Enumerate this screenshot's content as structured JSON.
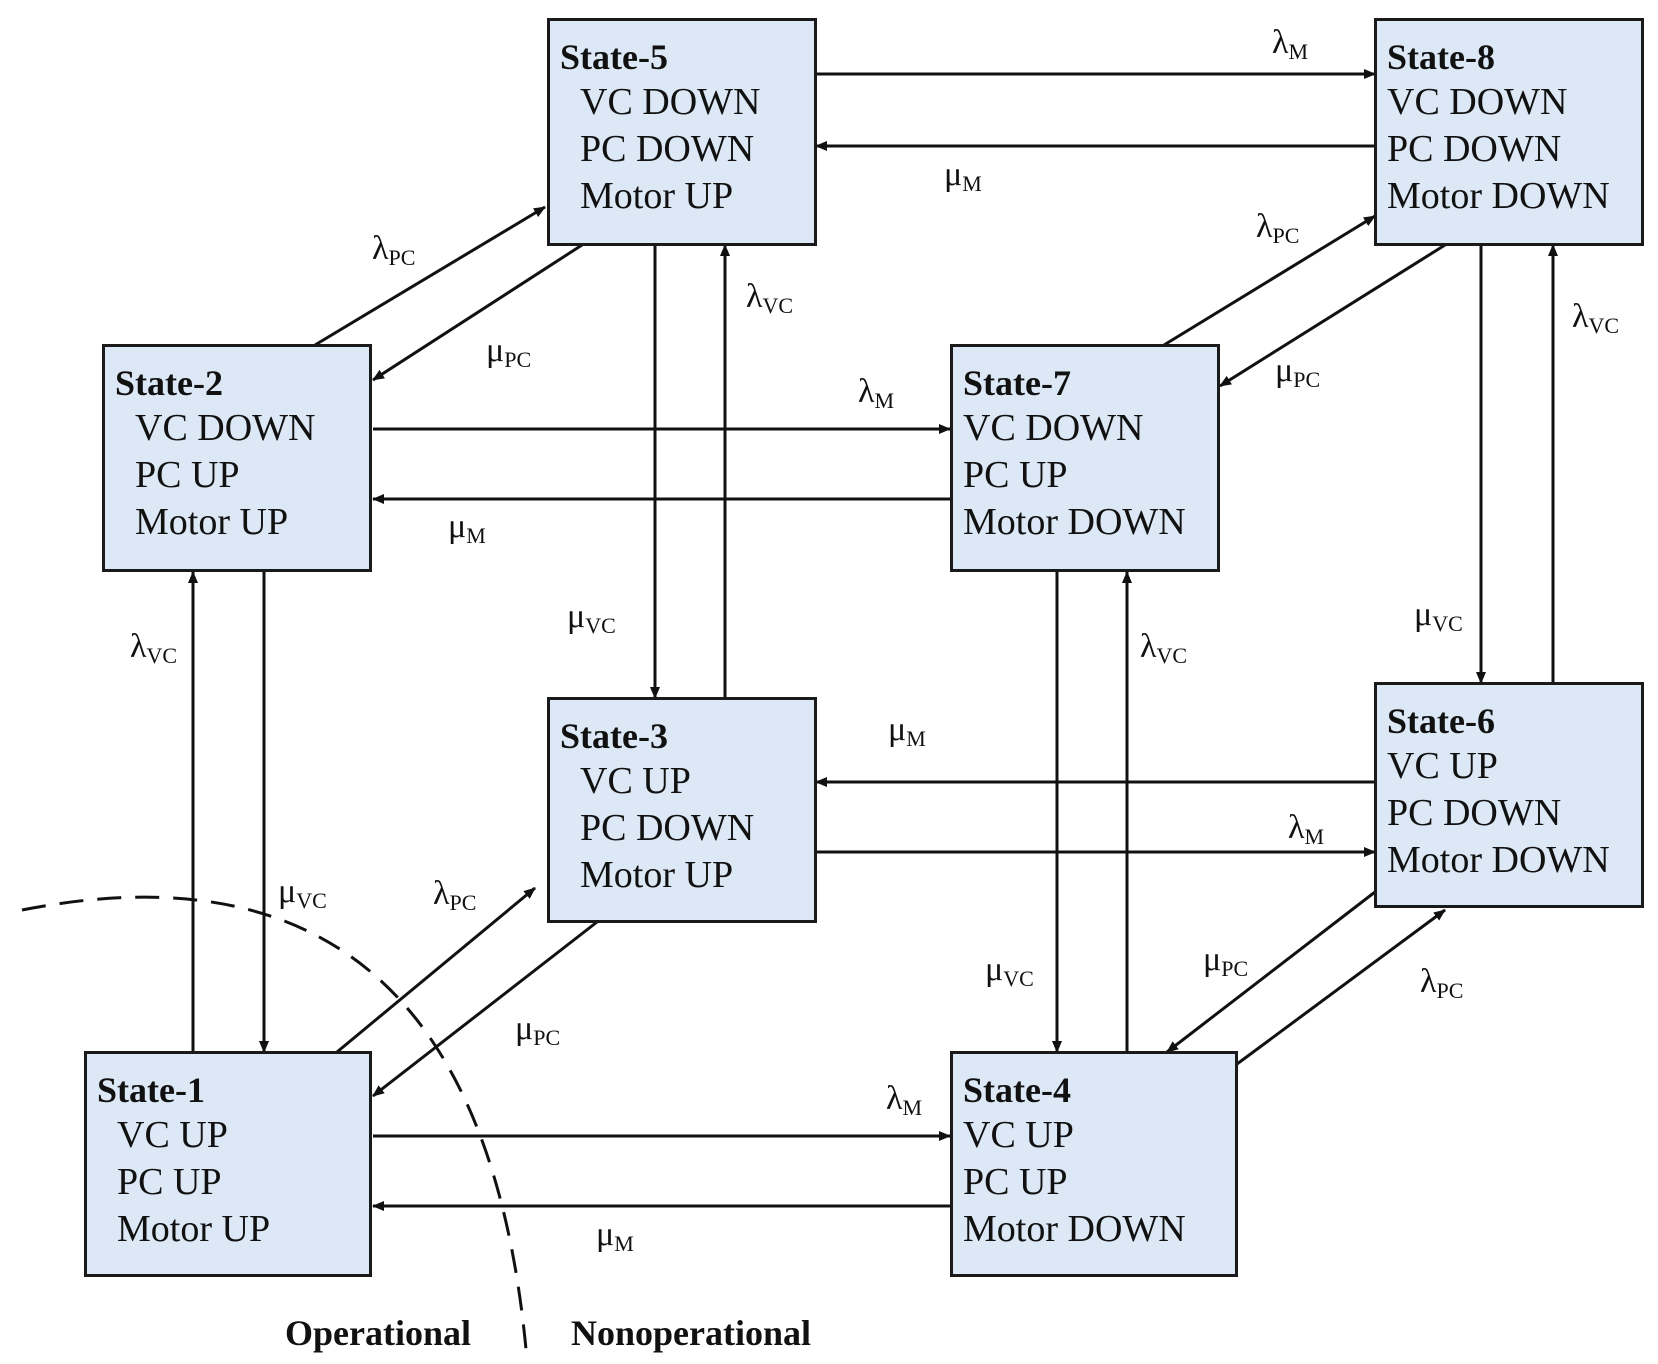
{
  "states": {
    "s1": {
      "title": "State-1",
      "lines": [
        "VC UP",
        "PC UP",
        "Motor UP"
      ]
    },
    "s2": {
      "title": "State-2",
      "lines": [
        "VC DOWN",
        "PC UP",
        "Motor UP"
      ]
    },
    "s3": {
      "title": "State-3",
      "lines": [
        "VC UP",
        "PC DOWN",
        "Motor UP"
      ]
    },
    "s4": {
      "title": "State-4",
      "lines": [
        "VC UP",
        "PC UP",
        "Motor DOWN"
      ]
    },
    "s5": {
      "title": "State-5",
      "lines": [
        "VC DOWN",
        "PC DOWN",
        "Motor UP"
      ]
    },
    "s6": {
      "title": "State-6",
      "lines": [
        "VC UP",
        "PC DOWN",
        "Motor DOWN"
      ]
    },
    "s7": {
      "title": "State-7",
      "lines": [
        "VC DOWN",
        "PC UP",
        "Motor DOWN"
      ]
    },
    "s8": {
      "title": "State-8",
      "lines": [
        "VC DOWN",
        "PC DOWN",
        "Motor DOWN"
      ]
    }
  },
  "rates": {
    "lambda_symbol": "λ",
    "mu_symbol": "μ",
    "sub_vc": "VC",
    "sub_pc": "PC",
    "sub_m": "M"
  },
  "regions": {
    "operational": "Operational",
    "nonoperational": "Nonoperational"
  },
  "transitions": [
    {
      "from": "State-1",
      "to": "State-2",
      "rate": "λVC"
    },
    {
      "from": "State-2",
      "to": "State-1",
      "rate": "μVC"
    },
    {
      "from": "State-1",
      "to": "State-3",
      "rate": "λPC"
    },
    {
      "from": "State-3",
      "to": "State-1",
      "rate": "μPC"
    },
    {
      "from": "State-1",
      "to": "State-4",
      "rate": "λM"
    },
    {
      "from": "State-4",
      "to": "State-1",
      "rate": "μM"
    },
    {
      "from": "State-2",
      "to": "State-5",
      "rate": "λPC"
    },
    {
      "from": "State-5",
      "to": "State-2",
      "rate": "μPC"
    },
    {
      "from": "State-2",
      "to": "State-7",
      "rate": "λM"
    },
    {
      "from": "State-7",
      "to": "State-2",
      "rate": "μM"
    },
    {
      "from": "State-3",
      "to": "State-5",
      "rate": "λVC"
    },
    {
      "from": "State-5",
      "to": "State-3",
      "rate": "μVC"
    },
    {
      "from": "State-3",
      "to": "State-6",
      "rate": "λM"
    },
    {
      "from": "State-6",
      "to": "State-3",
      "rate": "μM"
    },
    {
      "from": "State-4",
      "to": "State-7",
      "rate": "λVC"
    },
    {
      "from": "State-7",
      "to": "State-4",
      "rate": "μVC"
    },
    {
      "from": "State-4",
      "to": "State-6",
      "rate": "λPC"
    },
    {
      "from": "State-6",
      "to": "State-4",
      "rate": "μPC"
    },
    {
      "from": "State-5",
      "to": "State-8",
      "rate": "λM"
    },
    {
      "from": "State-8",
      "to": "State-5",
      "rate": "μM"
    },
    {
      "from": "State-7",
      "to": "State-8",
      "rate": "λPC"
    },
    {
      "from": "State-8",
      "to": "State-7",
      "rate": "μPC"
    },
    {
      "from": "State-6",
      "to": "State-8",
      "rate": "λVC"
    },
    {
      "from": "State-8",
      "to": "State-6",
      "rate": "μVC"
    }
  ]
}
